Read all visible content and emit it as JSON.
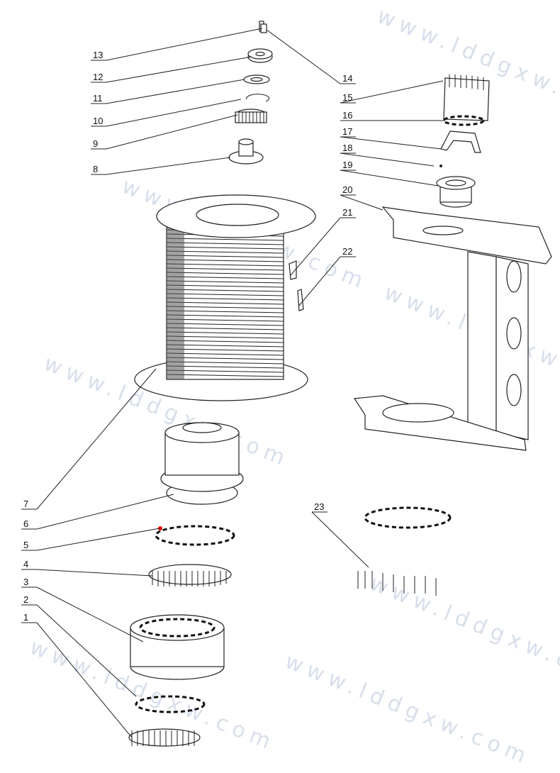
{
  "watermark": "www.lddgxw.com",
  "labels": {
    "p1": "1",
    "p2": "2",
    "p3": "3",
    "p4": "4",
    "p5": "5",
    "p6": "6",
    "p7": "7",
    "p8": "8",
    "p9": "9",
    "p10": "10",
    "p11": "11",
    "p12": "12",
    "p13": "13",
    "p14": "14",
    "p15": "15",
    "p16": "16",
    "p17": "17",
    "p18": "18",
    "p19": "19",
    "p20": "20",
    "p21": "21",
    "p22": "22",
    "p23": "23"
  }
}
